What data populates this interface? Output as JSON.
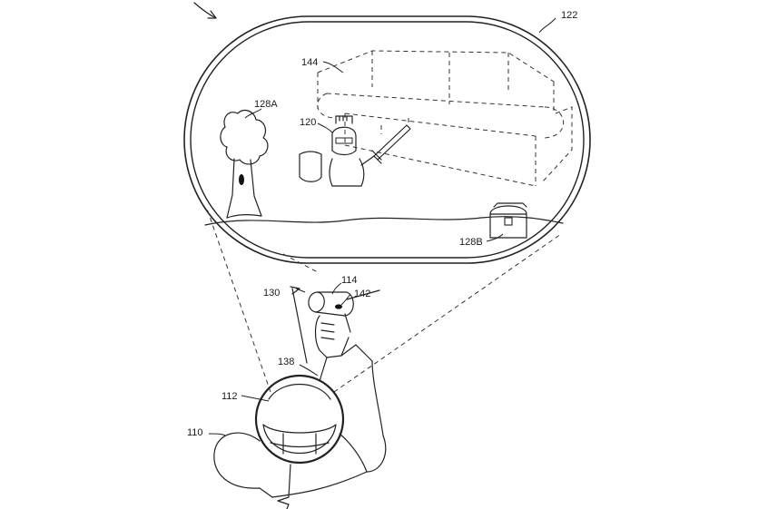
{
  "labels": {
    "bubble": "122",
    "couch": "144",
    "tree": "128A",
    "knight": "120",
    "chest": "128B",
    "controller": "114",
    "button": "142",
    "ray": "130",
    "hand": "138",
    "headset": "112",
    "user": "110"
  }
}
